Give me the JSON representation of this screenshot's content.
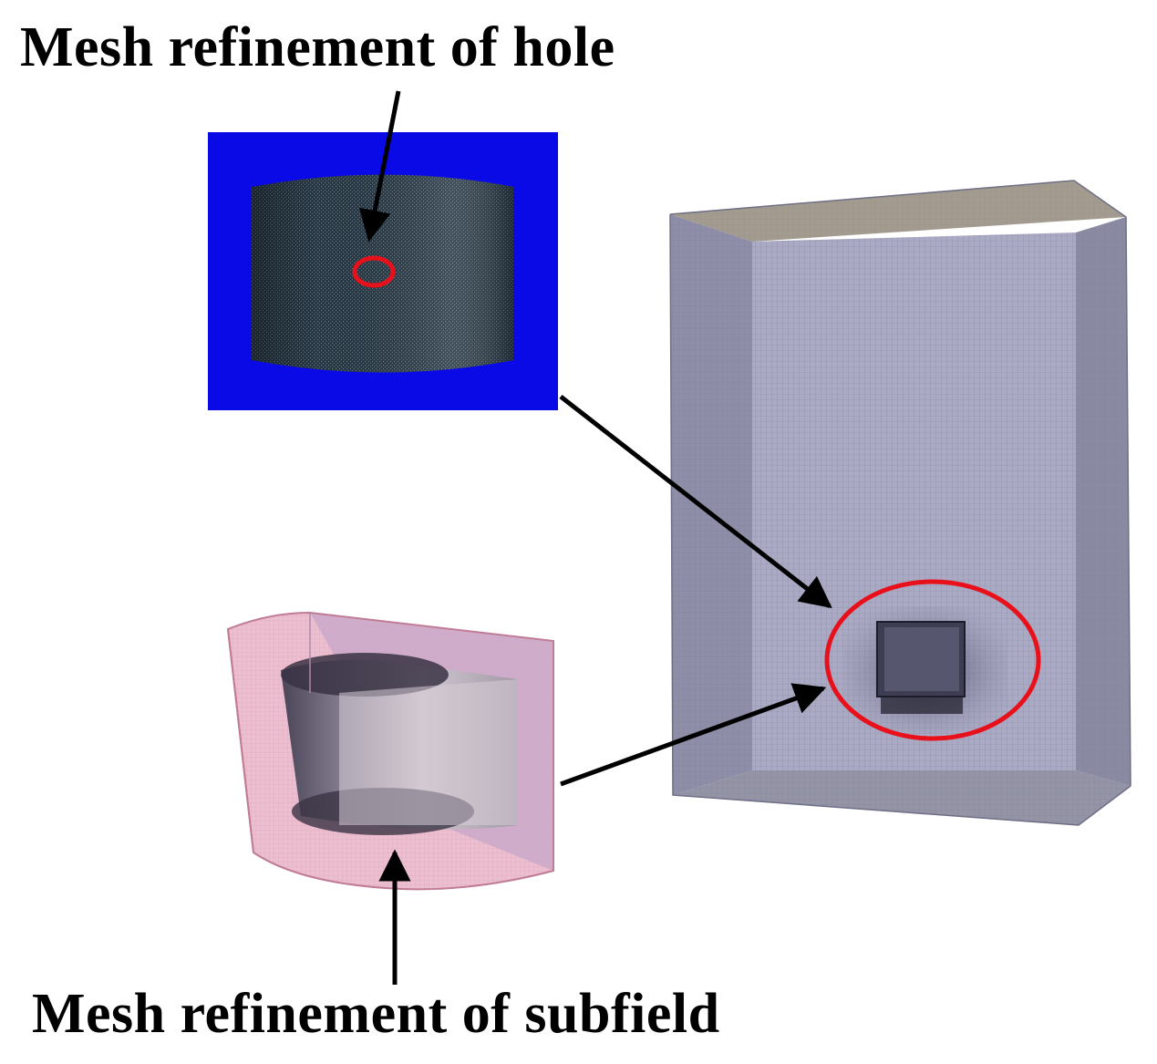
{
  "labels": {
    "hole": "Mesh refinement of hole",
    "subfield": "Mesh refinement of subfield"
  },
  "colors": {
    "inset_background": "#0a0ae6",
    "highlight_ring": "#e8101a",
    "arrow": "#000000",
    "domain_box_face": "#9d9db8",
    "subfield_shell": "#e9a9bf"
  },
  "icons": {
    "hole_marker": "red-ellipse",
    "region_marker": "red-ellipse",
    "pointer": "black-arrow"
  }
}
